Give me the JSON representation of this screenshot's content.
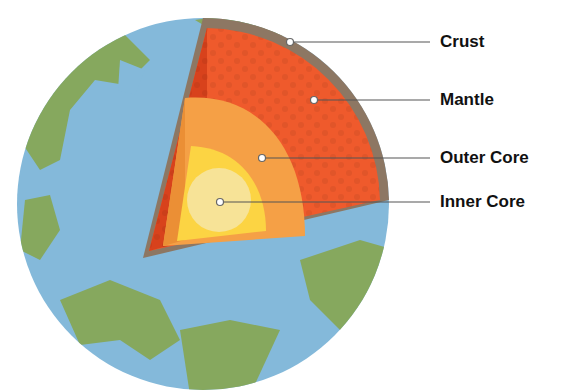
{
  "diagram": {
    "labels": [
      "Crust",
      "Mantle",
      "Outer Core",
      "Inner Core"
    ]
  }
}
